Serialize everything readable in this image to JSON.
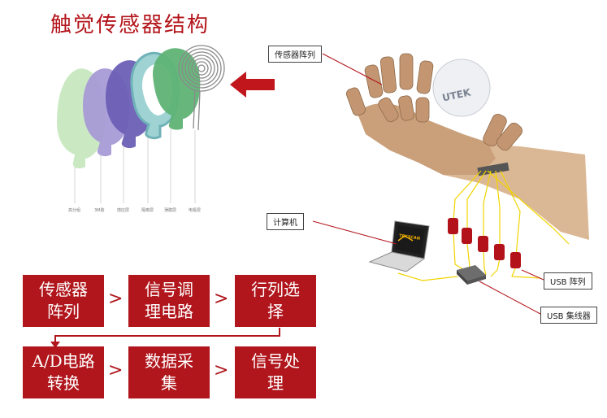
{
  "title": "触觉传感器结构",
  "layer_labels": [
    "高分组",
    "3M胶",
    "感应层",
    "隔离层",
    "薄膜层",
    "电极层"
  ],
  "callouts": {
    "sensor_array": "传感器阵列",
    "computer": "计算机",
    "usb_array": "USB 阵列",
    "usb_hub": "USB 集线器"
  },
  "ball_text": "UTEK",
  "laptop_screen_text": "TEKSCAN",
  "flow": {
    "row1": [
      {
        "line1": "传感器",
        "line2": "阵列"
      },
      {
        "line1": "信号调",
        "line2": "理电路"
      },
      {
        "line1": "行列选",
        "line2": "择"
      }
    ],
    "row2": [
      {
        "line1": "A/D电路",
        "line2": "转换"
      },
      {
        "line1": "数据采",
        "line2": "集"
      },
      {
        "line1": "信号处",
        "line2": "理"
      }
    ],
    "arrow_glyph": ">"
  },
  "colors": {
    "accent_red": "#b0161c",
    "wire_yellow": "#f2d400",
    "hand": "#d8b48f"
  }
}
